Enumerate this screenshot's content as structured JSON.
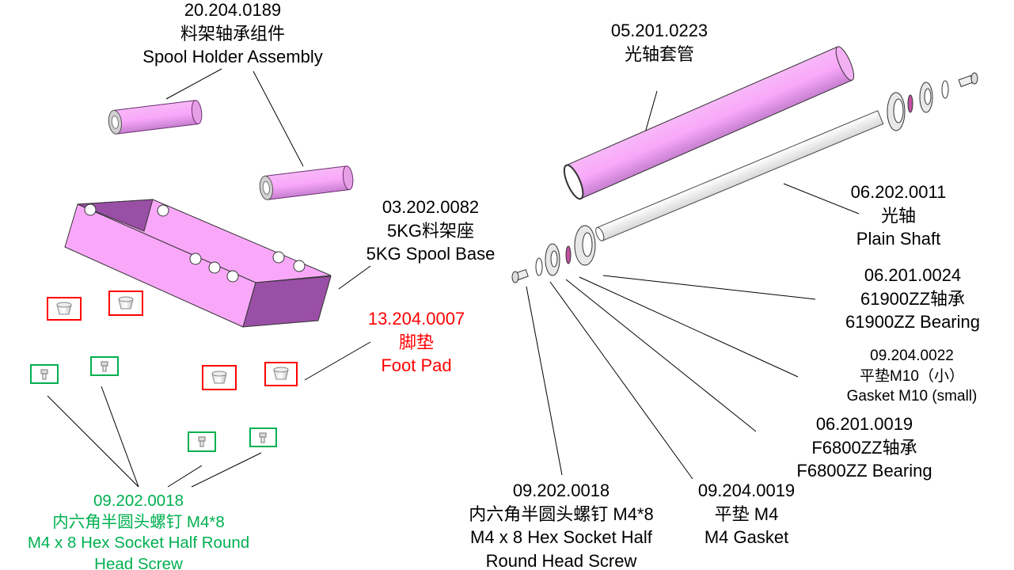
{
  "colors": {
    "part_pink": "#f9a8f9",
    "part_purple": "#9a4fa6",
    "highlight_red": "#ff0000",
    "highlight_green": "#00b050"
  },
  "labels": {
    "spool_holder": {
      "code": "20.204.0189",
      "cn": "料架轴承组件",
      "en": "Spool Holder Assembly"
    },
    "spool_base": {
      "code": "03.202.0082",
      "cn": "5KG料架座",
      "en": "5KG Spool Base"
    },
    "foot_pad": {
      "code": "13.204.0007",
      "cn": "脚垫",
      "en": "Foot Pad"
    },
    "screw_left": {
      "code": "09.202.0018",
      "cn": "内六角半圆头螺钉 M4*8",
      "en1": "M4 x 8 Hex Socket Half Round",
      "en2": "Head Screw"
    },
    "tube": {
      "code": "05.201.0223",
      "cn": "光轴套管"
    },
    "shaft": {
      "code": "06.202.0011",
      "cn": "光轴",
      "en": "Plain Shaft"
    },
    "bearing_61900": {
      "code": "06.201.0024",
      "cn": "61900ZZ轴承",
      "en": "61900ZZ Bearing"
    },
    "gasket_m10": {
      "code": "09.204.0022",
      "cn": "平垫M10（小）",
      "en": "Gasket M10 (small)"
    },
    "bearing_f6800": {
      "code": "06.201.0019",
      "cn": "F6800ZZ轴承",
      "en": "F6800ZZ Bearing"
    },
    "gasket_m4": {
      "code": "09.204.0019",
      "cn": "平垫 M4",
      "en": "M4 Gasket"
    },
    "screw_right": {
      "code": "09.202.0018",
      "cn": "内六角半圆头螺钉 M4*8",
      "en1": "M4 x 8 Hex Socket Half",
      "en2": "Round Head Screw"
    }
  }
}
